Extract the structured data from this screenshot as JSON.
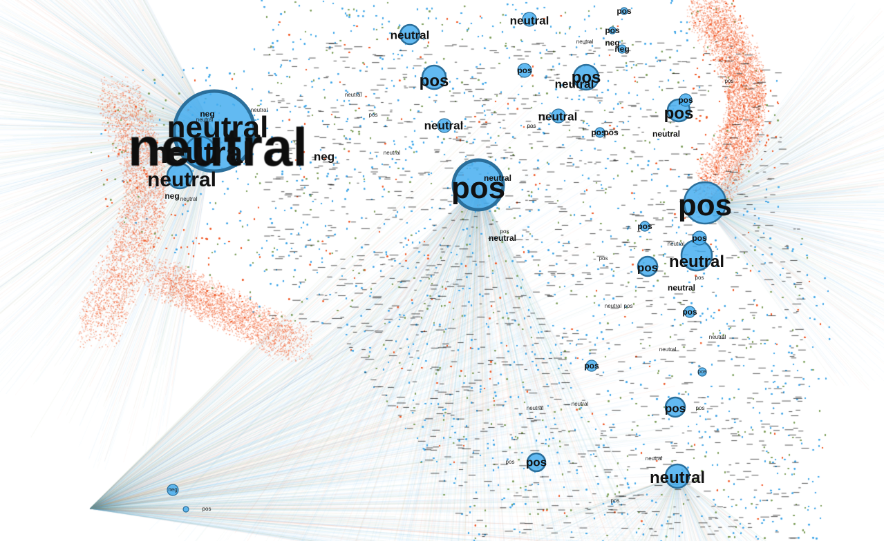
{
  "graph": {
    "colors": {
      "pos": "#3fa6e8",
      "neutral": "#7e9f5c",
      "neg": "#f05a28",
      "node_fill": "#46aef0",
      "node_stroke": "#2b6f9b",
      "background": "#ffffff"
    },
    "labels": [
      "neutral",
      "neutral",
      "neutral",
      "neutral",
      "neg",
      "neutral",
      "neg",
      "neutral",
      "neg",
      "neutral",
      "pos",
      "neutral",
      "pos",
      "pos",
      "pos",
      "neutral",
      "neg",
      "pos",
      "neutral",
      "neutral",
      "pos",
      "pos",
      "pos",
      "pos",
      "neutral",
      "pos",
      "neutral",
      "pos",
      "neg",
      "pos",
      "neutral",
      "pos",
      "neutral",
      "pos",
      "neutral",
      "neutral",
      "pos",
      "pos",
      "neutral",
      "pos",
      "pos",
      "pos",
      "pos",
      "neutral",
      "pos",
      "neutral",
      "pos",
      "pos",
      "neutral",
      "neg",
      "pos",
      "neutral",
      "pos",
      "neutral",
      "pos",
      "neutral",
      "neutral",
      "pos",
      "neutral",
      "pos",
      "neutral",
      "pos",
      "neutral",
      "pos"
    ]
  }
}
